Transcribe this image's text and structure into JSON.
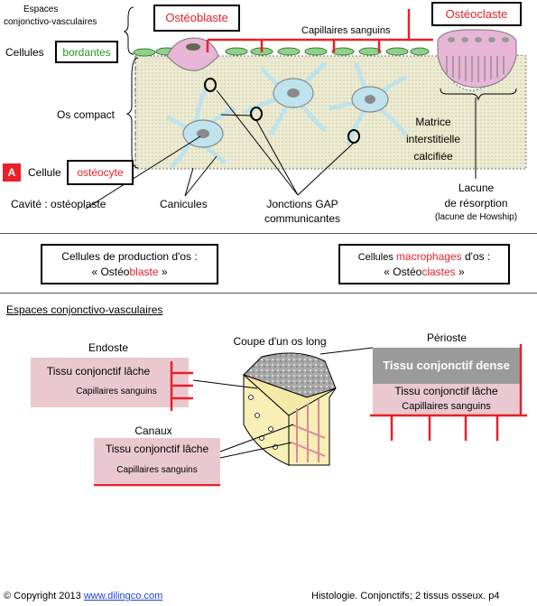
{
  "top": {
    "espaces_label_line1": "Espaces",
    "espaces_label_line2": "conjonctivo-vasculaires",
    "cellules_prefix": "Cellules ",
    "cellules_bordantes": "bordantes",
    "osteoblaste": "Ostéoblaste",
    "osteoclaste": "Ostéoclaste",
    "capillaires": "Capillaires sanguins",
    "os_compact": "Os compact",
    "matrice_line1": "Matrice",
    "matrice_line2": "interstitielle",
    "matrice_line3": "calcifiée",
    "panel_letter": "A",
    "cellule_prefix": "Cellule ",
    "osteocyte": "ostéocyte",
    "cavite": "Cavité : ostéoplaste",
    "canicules": "Canicules",
    "jonctions_line1": "Jonctions GAP",
    "jonctions_line2": "communicantes",
    "lacune_line1": "Lacune",
    "lacune_line2": "de résorption",
    "lacune_line3": "(lacune de Howship)"
  },
  "middle": {
    "production_line1": "Cellules de production d'os :",
    "production_q_open": "« Ostéo",
    "production_red": "blaste",
    "production_q_close": " »",
    "macro_prefix": "Cellules ",
    "macro_red": "macrophages",
    "macro_suffix": " d'os :",
    "macro_q_open": "« Ostéo",
    "macro_red2": "clastes",
    "macro_q_close": " »"
  },
  "bottom": {
    "section_title": "Espaces conjonctivo-vasculaires",
    "endoste": "Endoste",
    "coupe": "Coupe d'un os long",
    "perioste": "Périoste",
    "tissu_lache": "Tissu conjonctif lâche",
    "capillaires": "Capillaires sanguins",
    "tissu_dense": "Tissu conjonctif dense",
    "canaux": "Canaux"
  },
  "footer": {
    "copyright": "© Copyright 2013 ",
    "link": "www.dilingco.com",
    "right": "Histologie. Conjonctifs; 2 tissus osseux.  p4"
  },
  "colors": {
    "red": "#e8202a",
    "green": "#1e9a1e",
    "pink": "#e9c9cf",
    "matrix": "#ecebd2",
    "cell": "#bfe3ec"
  }
}
